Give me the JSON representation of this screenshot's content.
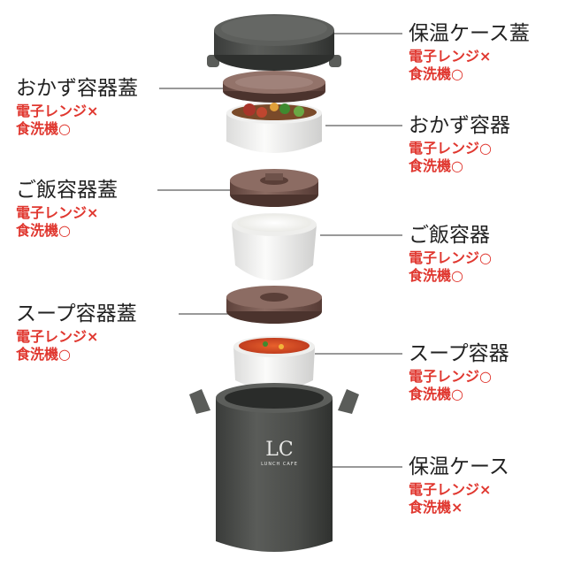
{
  "colors": {
    "text": "#222222",
    "spec_red": "#e0372f",
    "case_body": "#4b4d4a",
    "lid_brown": "#7a5a52",
    "container_white": "#f3f3f2"
  },
  "parts": [
    {
      "name": "保温ケース蓋",
      "microwave": "電子レンジ×",
      "dishwasher": "食洗機○"
    },
    {
      "name": "おかず容器蓋",
      "microwave": "電子レンジ×",
      "dishwasher": "食洗機○"
    },
    {
      "name": "おかず容器",
      "microwave": "電子レンジ○",
      "dishwasher": "食洗機○"
    },
    {
      "name": "ご飯容器蓋",
      "microwave": "電子レンジ×",
      "dishwasher": "食洗機○"
    },
    {
      "name": "ご飯容器",
      "microwave": "電子レンジ○",
      "dishwasher": "食洗機○"
    },
    {
      "name": "スープ容器蓋",
      "microwave": "電子レンジ×",
      "dishwasher": "食洗機○"
    },
    {
      "name": "スープ容器",
      "microwave": "電子レンジ○",
      "dishwasher": "食洗機○"
    },
    {
      "name": "保温ケース",
      "microwave": "電子レンジ×",
      "dishwasher": "食洗機×"
    }
  ],
  "logo": {
    "mark": "LC",
    "brand": "LUNCH CAFE"
  }
}
